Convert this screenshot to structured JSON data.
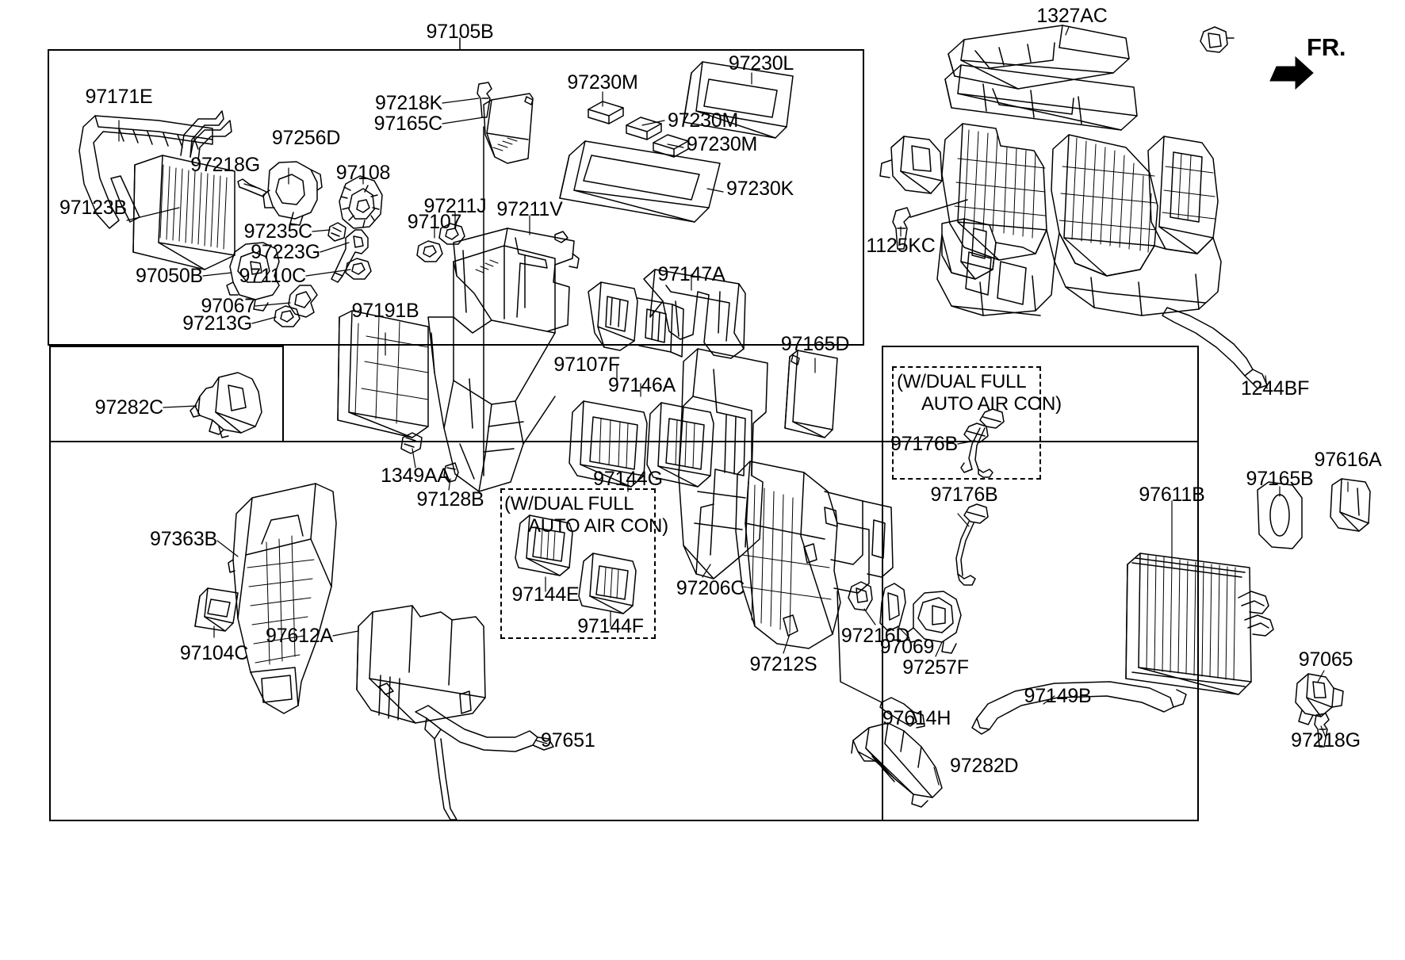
{
  "diagram": {
    "title_part": "97105B",
    "orientation_marker": "FR.",
    "note_dual_ac_line1": "(W/DUAL FULL",
    "note_dual_ac_line2": "AUTO AIR CON)",
    "line_color": "#000000",
    "background_color": "#ffffff"
  },
  "labels": {
    "p97105B": "97105B",
    "p97171E": "97171E",
    "p97123B": "97123B",
    "p97218G_top": "97218G",
    "p97256D": "97256D",
    "p97108": "97108",
    "p97235C": "97235C",
    "p97223G": "97223G",
    "p97110C": "97110C",
    "p97050B": "97050B",
    "p97067": "97067",
    "p97213G": "97213G",
    "p97191B": "97191B",
    "p97218K": "97218K",
    "p97165C": "97165C",
    "p97211J": "97211J",
    "p97107": "97107",
    "p97211V": "97211V",
    "p97230M_a": "97230M",
    "p97230M_b": "97230M",
    "p97230M_c": "97230M",
    "p97230L": "97230L",
    "p97230K": "97230K",
    "p1327AC": "1327AC",
    "p1125KC": "1125KC",
    "p1244BF": "1244BF",
    "p97147A": "97147A",
    "p97107F": "97107F",
    "p97146A": "97146A",
    "p97144G": "97144G",
    "p97165D": "97165D",
    "p97176B_box": "97176B",
    "p97176B_free": "97176B",
    "p97616A": "97616A",
    "p97165B": "97165B",
    "p97611B": "97611B",
    "p97282C": "97282C",
    "p97363B": "97363B",
    "p97104C": "97104C",
    "p1349AA": "1349AA",
    "p97128B": "97128B",
    "p97144E": "97144E",
    "p97144F": "97144F",
    "p97206C": "97206C",
    "p97612A": "97612A",
    "p97651": "97651",
    "p97212S": "97212S",
    "p97216D": "97216D",
    "p97069": "97069",
    "p97257F": "97257F",
    "p97614H": "97614H",
    "p97282D": "97282D",
    "p97149B": "97149B",
    "p97065": "97065",
    "p97218G_bot": "97218G"
  }
}
